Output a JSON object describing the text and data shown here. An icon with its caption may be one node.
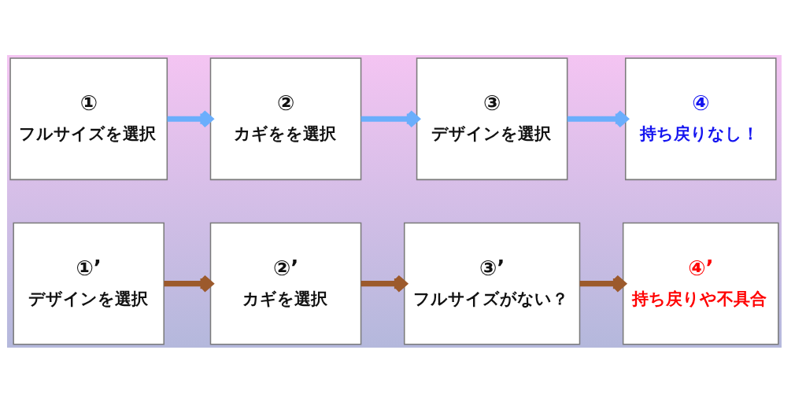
{
  "diagram": {
    "nodes": [
      {
        "text": [
          "①",
          "フルサイズを選択"
        ]
      },
      {
        "text": [
          "②",
          "カギをを選択"
        ]
      },
      {
        "text": [
          "③",
          "デザインを選択"
        ]
      },
      {
        "text": [
          "④",
          "持ち戻りなし！"
        ]
      },
      {
        "text": [
          "①’",
          "デザインを選択"
        ]
      },
      {
        "text": [
          "②’",
          "カギを選択"
        ]
      },
      {
        "text": [
          "③’",
          "フルサイズがない？"
        ]
      },
      {
        "text": [
          "④’",
          "持ち戻りや不具合"
        ]
      }
    ],
    "edges": [
      {
        "from": 0,
        "to": 1,
        "arrow": "to",
        "color": "#6aaefc"
      },
      {
        "from": 1,
        "to": 2,
        "arrow": "to",
        "color": "#6aaefc"
      },
      {
        "from": 2,
        "to": 3,
        "arrow": "to",
        "color": "#6aaefc"
      },
      {
        "from": 4,
        "to": 5,
        "arrow": "to",
        "color": "#9c5a2c"
      },
      {
        "from": 5,
        "to": 6,
        "arrow": "to",
        "color": "#9c5a2c"
      },
      {
        "from": 6,
        "to": 7,
        "arrow": "to",
        "color": "#9c5a2c"
      }
    ]
  }
}
